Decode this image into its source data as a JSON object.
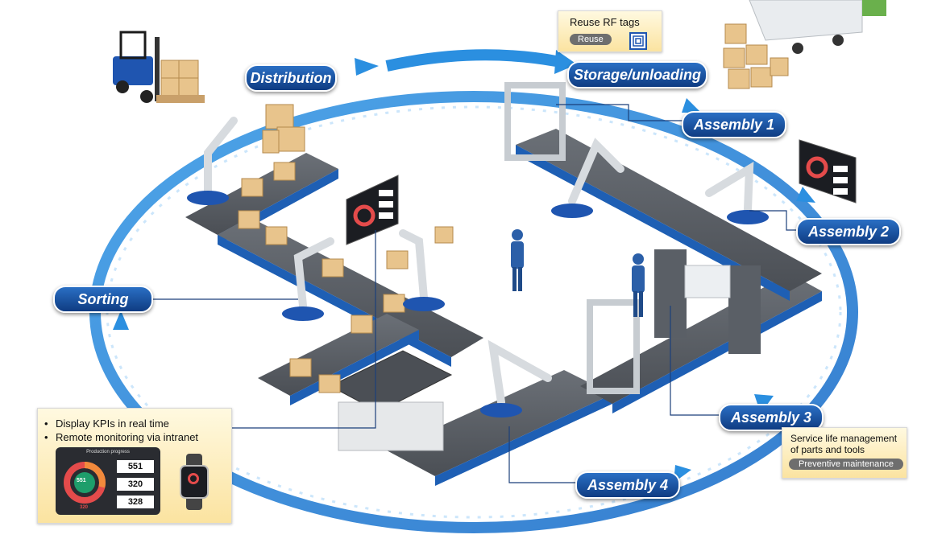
{
  "stages": {
    "distribution": "Distribution",
    "storage": "Storage/unloading",
    "assembly1": "Assembly 1",
    "assembly2": "Assembly 2",
    "assembly3": "Assembly 3",
    "assembly4": "Assembly 4",
    "sorting": "Sorting"
  },
  "rf_note": {
    "title": "Reuse RF tags",
    "tag": "Reuse",
    "icon": "rf-tag-icon"
  },
  "service_note": {
    "line1": "Service life management",
    "line2": "of parts and tools",
    "tag": "Preventive maintenance"
  },
  "kpi_note": {
    "bullet1": "Display KPIs in real time",
    "bullet2": "Remote monitoring via intranet",
    "panel_title": "Production progress",
    "gauge_value": "551",
    "gauge_small": "320",
    "values": [
      "551",
      "320",
      "328"
    ]
  },
  "colors": {
    "cycle": "#2b8fe0",
    "pill_top": "#2a6fc4",
    "pill_bottom": "#0f3c82",
    "conveyor": "#555a60",
    "belt": "#1e5fb4",
    "note_bg": "#fbe3a0"
  }
}
